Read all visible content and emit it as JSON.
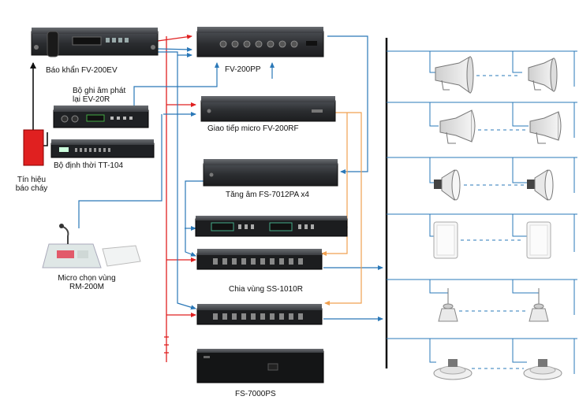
{
  "devices": {
    "fv200ev": {
      "label": "Báo khẩn FV-200EV"
    },
    "ev20r": {
      "label_line1": "Bộ ghi âm phát",
      "label_line2": "lại EV-20R"
    },
    "tt104": {
      "label": "Bộ định thời TT-104"
    },
    "fire_signal": {
      "label_line1": "Tín hiệu",
      "label_line2": "báo cháy"
    },
    "fv200pp": {
      "label": "FV-200PP"
    },
    "fv200rf": {
      "label": "Giao tiếp micro FV-200RF"
    },
    "fs7012pa": {
      "label": "Tăng âm FS-7012PA x4"
    },
    "zone_selector": {
      "label": "Chia vùng SS-1010R"
    },
    "rm200m": {
      "label_line1": "Micro chọn vùng",
      "label_line2": "RM-200M"
    },
    "fs7000ps": {
      "label": "FS-7000PS"
    }
  },
  "speakers": {
    "rows": [
      "horn-speaker",
      "wide-horn-speaker",
      "round-horn-speaker",
      "wall-speaker",
      "pendant-speaker",
      "ceiling-speaker"
    ]
  },
  "colors": {
    "red_line": "#e02020",
    "blue_line": "#2a78b8",
    "orange_line": "#f0a050",
    "bus": "#111111",
    "device": "#2b2d30",
    "fire_box": "#e02020"
  }
}
